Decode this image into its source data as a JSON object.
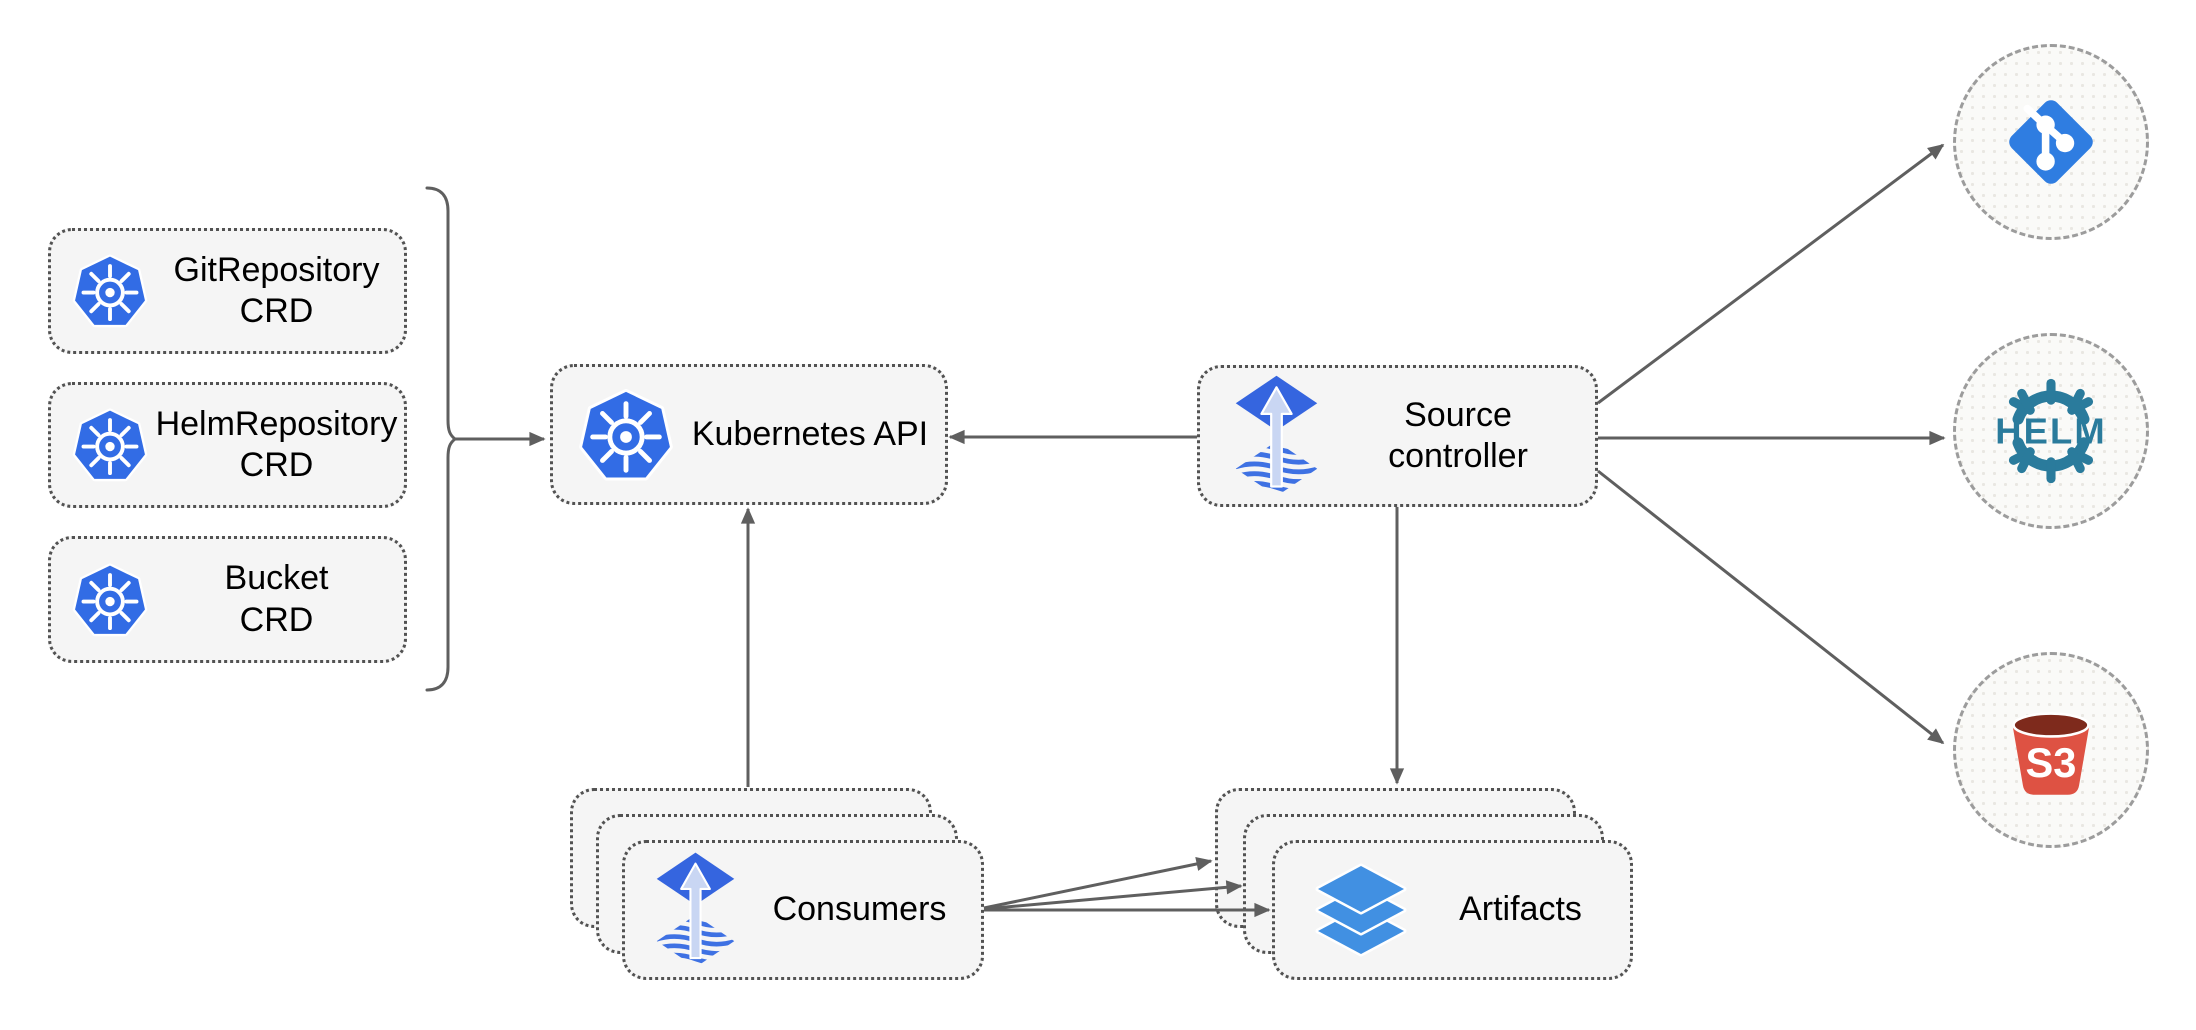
{
  "nodes": {
    "crd_boxes": [
      {
        "line1": "GitRepository",
        "line2": "CRD"
      },
      {
        "line1": "HelmRepository",
        "line2": "CRD"
      },
      {
        "line1": "Bucket",
        "line2": "CRD"
      }
    ],
    "kubernetes_api": {
      "label": "Kubernetes API"
    },
    "source_controller": {
      "line1": "Source",
      "line2": "controller"
    },
    "consumers": {
      "label": "Consumers"
    },
    "artifacts": {
      "label": "Artifacts"
    }
  },
  "endpoints": {
    "helm_text": "HELM",
    "s3_text": "S3"
  },
  "colors": {
    "kubernetes_blue": "#326CE5",
    "flux_diamond_blue": "#3565DF",
    "flux_wave_blue": "#3E71E3",
    "flux_arrow_light": "#C9D6F3",
    "git_blue": "#2F7DE1",
    "helm_teal": "#2A7B9C",
    "s3_red": "#DE5243",
    "s3_dark": "#7E2A1C",
    "layers_blue": "#4190E2",
    "edge_gray": "#5F5F5F",
    "box_fill": "#F5F5F5",
    "box_border": "#525252",
    "circle_fill": "#FAFAF8",
    "text_black": "#000000"
  }
}
